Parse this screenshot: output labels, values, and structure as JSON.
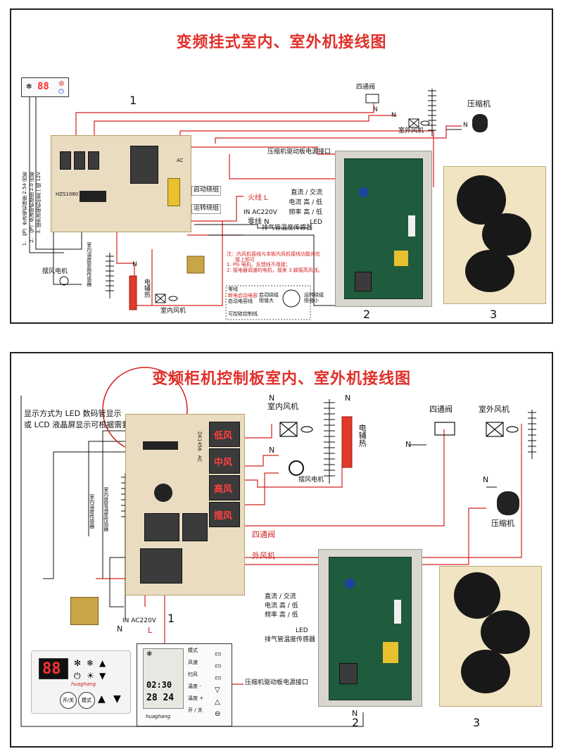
{
  "diagram1": {
    "title": "变频挂式室内、室外机接线图",
    "display_digits": "88",
    "num_labels": [
      "1",
      "2",
      "3"
    ],
    "four_way_valve": "四通阀",
    "compressor": "压缩机",
    "outdoor_fan": "室外风机",
    "indoor_fan": "室内风机",
    "swing_motor": "摆风电机",
    "electric_heater": "电辅热",
    "neutral": "N",
    "live": "L",
    "fire_line": "火线 L",
    "in_ac": "IN  AC220V",
    "zero_line": "零线 N",
    "start_winding": "启动绕组",
    "run_winding": "运转绕组",
    "driver_power": "压缩机驱动板电源接口",
    "right_labels": [
      "直流 / 交流",
      "电流  高 / 低",
      "频率  高 / 低",
      "LED",
      "排气管温度传感器"
    ],
    "notes": [
      "注：内风机接线与本板内风机接线功能对应",
      "接上即可",
      "1. PG 电机、反馈线不用接；",
      "2. 接电器调速的电机，接来 3 脚接高风线。"
    ],
    "legend": [
      "零线",
      "断电启动电容",
      "启动电容线",
      "可控硅控制线"
    ],
    "legend_right": [
      "启动绕组",
      "阻值大",
      "运转绕组",
      "阻值小"
    ],
    "notes_left": [
      "1. （JP）步进电机插座 2.54 间距",
      "2. （JP）步进电机插座 2.0 间距",
      "3. 接步进电机任意一组 12V"
    ],
    "sensor_left": "室内温度管路传感器",
    "board_text": "HZS1080",
    "ac_label": "AC"
  },
  "diagram2": {
    "title": "变频柜机控制板室内、室外机接线图",
    "display_note": [
      "显示方式为 LED 数码管显示",
      "或 LCD 液晶屏显示可根据需要选择"
    ],
    "indoor_fan": "室内风机",
    "swing_motor": "摆风电机",
    "electric_heater": "电辅热",
    "four_way_valve": "四通阀",
    "outdoor_fan": "室外风机",
    "compressor": "压缩机",
    "fan_speeds": [
      "低风",
      "中风",
      "高风",
      "摆风"
    ],
    "four_way_line": "四通阀",
    "outer_fan_line": "外风机",
    "in_ac": "IN  AC220V",
    "neutral": "N",
    "live": "L",
    "num_labels": [
      "1",
      "2",
      "3"
    ],
    "driver_power": "压缩机驱动板电源接口",
    "right_labels": [
      "直流 / 交流",
      "电流  高 / 低",
      "频率  高 / 低",
      "LED",
      "排气管温度传感器"
    ],
    "sensors": [
      "室内温度传感器",
      "室内盘管温度传感器"
    ],
    "lcd_buttons": [
      "模式",
      "风速",
      "扫风",
      "温度 -",
      "温度 +",
      "开 / 关"
    ],
    "lcd_time": "02:30",
    "lcd_temp": "28 24",
    "led_digits": "88",
    "led_buttons": [
      "开/关",
      "模式"
    ],
    "brand": "huaghang",
    "board_text": "DK1456",
    "ac_label": "AC"
  },
  "colors": {
    "title": "#e0302a",
    "wire_red": "#d42020",
    "wire_black": "#111111"
  }
}
